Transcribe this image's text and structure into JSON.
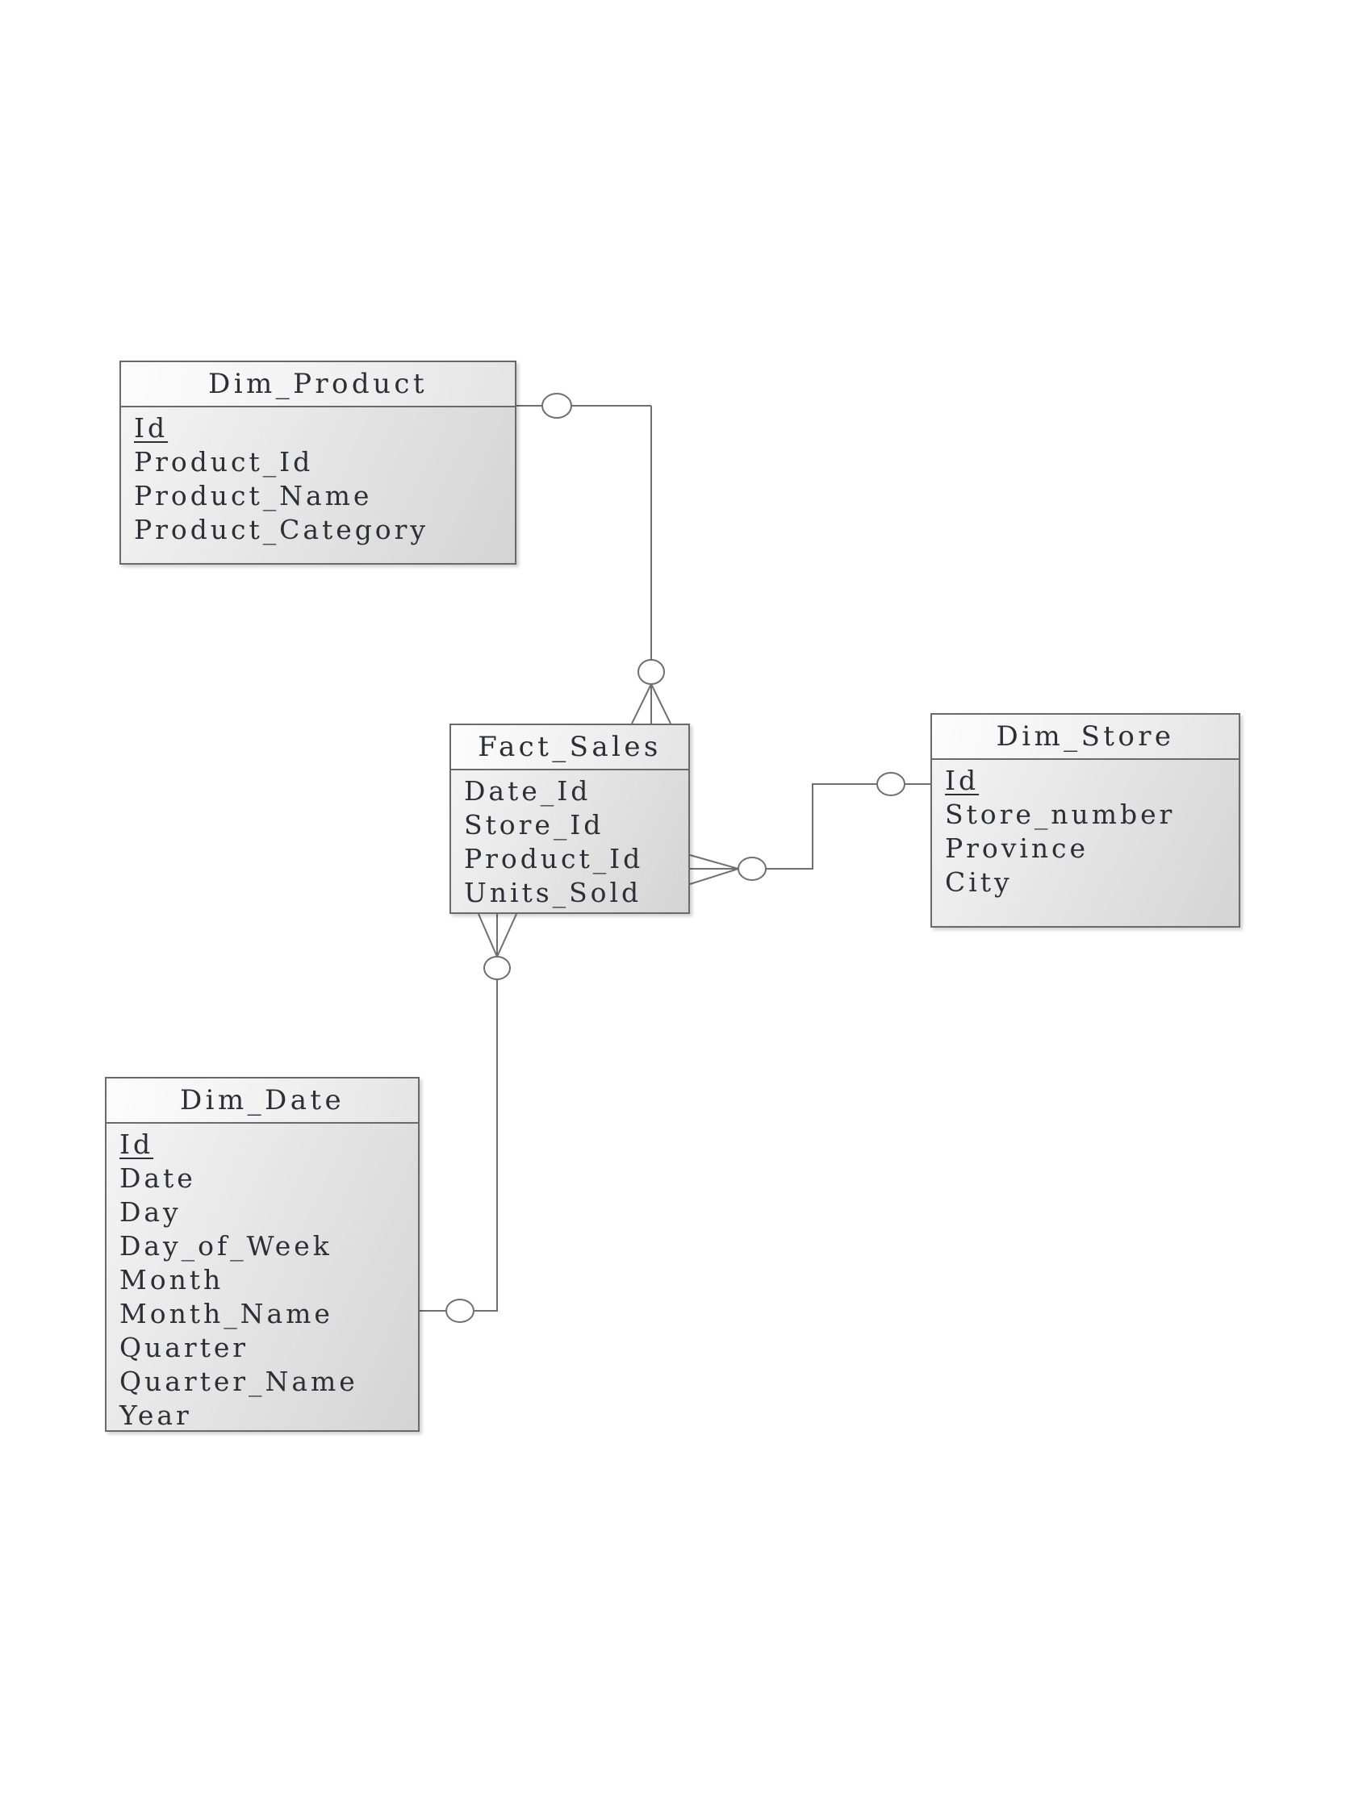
{
  "diagram": {
    "type": "entity-relationship-star-schema",
    "tables": [
      {
        "title": "Dim_Product",
        "fields": [
          {
            "name": "Id",
            "pk": true
          },
          {
            "name": "Product_Id",
            "pk": false
          },
          {
            "name": "Product_Name",
            "pk": false
          },
          {
            "name": "Product_Category",
            "pk": false
          }
        ]
      },
      {
        "title": "Fact_Sales",
        "fields": [
          {
            "name": "Date_Id",
            "pk": false
          },
          {
            "name": "Store_Id",
            "pk": false
          },
          {
            "name": "Product_Id",
            "pk": false
          },
          {
            "name": "Units_Sold",
            "pk": false
          }
        ]
      },
      {
        "title": "Dim_Store",
        "fields": [
          {
            "name": "Id",
            "pk": true
          },
          {
            "name": "Store_number",
            "pk": false
          },
          {
            "name": "Province",
            "pk": false
          },
          {
            "name": "City",
            "pk": false
          }
        ]
      },
      {
        "title": "Dim_Date",
        "fields": [
          {
            "name": "Id",
            "pk": true
          },
          {
            "name": "Date",
            "pk": false
          },
          {
            "name": "Day",
            "pk": false
          },
          {
            "name": "Day_of_Week",
            "pk": false
          },
          {
            "name": "Month",
            "pk": false
          },
          {
            "name": "Month_Name",
            "pk": false
          },
          {
            "name": "Quarter",
            "pk": false
          },
          {
            "name": "Quarter_Name",
            "pk": false
          },
          {
            "name": "Year",
            "pk": false
          }
        ]
      }
    ],
    "relationships": [
      {
        "from": "Dim_Product",
        "to": "Fact_Sales",
        "from_end": "zero-or-one (circle)",
        "to_end": "zero-or-many (circle + crow's foot)"
      },
      {
        "from": "Dim_Store",
        "to": "Fact_Sales",
        "from_end": "zero-or-one (circle)",
        "to_end": "zero-or-many (circle + crow's foot)"
      },
      {
        "from": "Dim_Date",
        "to": "Fact_Sales",
        "from_end": "zero-or-one (circle)",
        "to_end": "zero-or-many (circle + crow's foot)"
      }
    ],
    "colors": {
      "background": "#ffffff",
      "box_border": "#6a6a6a",
      "box_fill_light": "#f5f5f5",
      "box_fill_dark": "#d4d4d4",
      "header_fill_light": "#fdfdfd",
      "header_fill_dark": "#e4e4e4",
      "connector_line": "#6f6f6f",
      "text": "#2e2e38"
    }
  }
}
